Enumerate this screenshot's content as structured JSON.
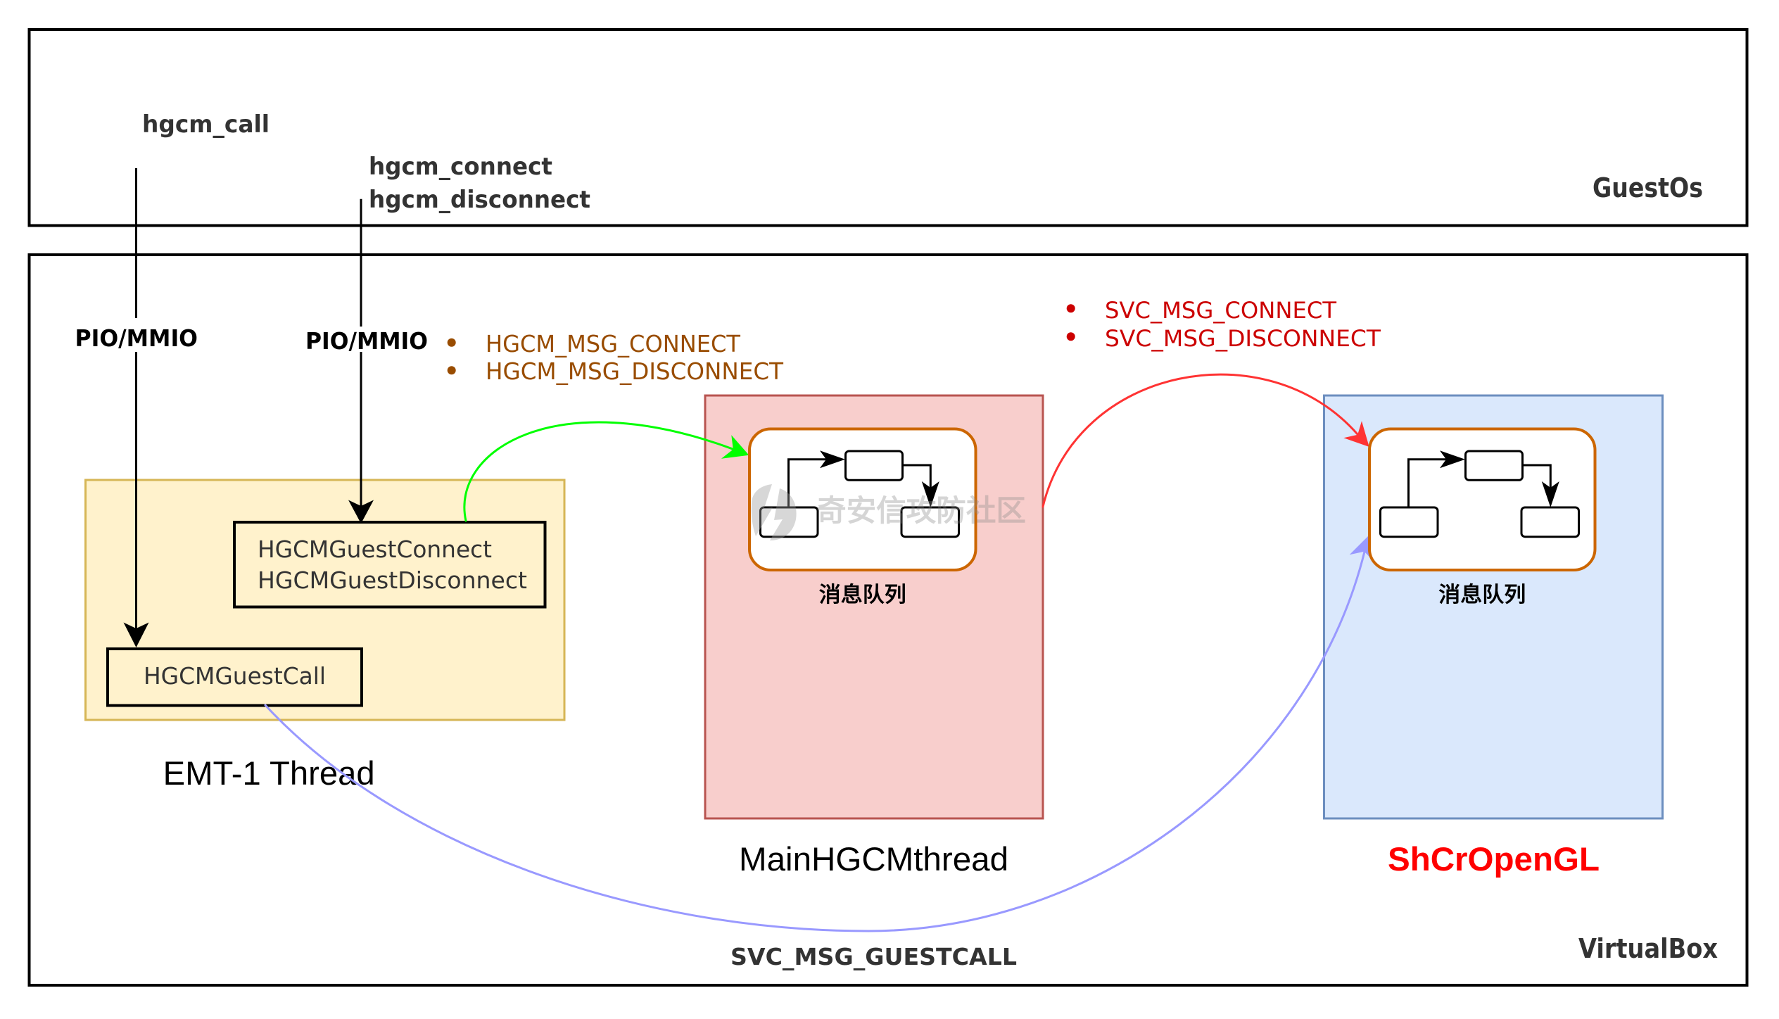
{
  "guest_os": {
    "title": "GuestOs",
    "hgcm_call": "hgcm_call",
    "hgcm_connect_calls": [
      "hgcm_connect",
      "hgcm_disconnect"
    ]
  },
  "virtualbox": {
    "title": "VirtualBox"
  },
  "edges": {
    "call_transport": "PIO/MMIO",
    "connect_transport": "PIO/MMIO",
    "hgcm_messages": [
      "HGCM_MSG_CONNECT",
      "HGCM_MSG_DISCONNECT"
    ],
    "svc_messages": [
      "SVC_MSG_CONNECT",
      "SVC_MSG_DISCONNECT"
    ],
    "guest_call_message": "SVC_MSG_GUESTCALL"
  },
  "emt_thread": {
    "title": "EMT-1 Thread",
    "connect_functions": [
      "HGCMGuestConnect",
      "HGCMGuestDisconnect"
    ],
    "call_function": "HGCMGuestCall"
  },
  "main_hgcm_thread": {
    "title": "MainHGCMthread",
    "queue_label": "消息队列"
  },
  "shcropengl": {
    "title": "ShCrOpenGL",
    "queue_label": "消息队列"
  },
  "watermark": {
    "text": "奇安信攻防社区"
  },
  "colors": {
    "hgcm_msg_text": "#994C00",
    "svc_msg_text": "#CC0000",
    "shcropengl_title": "#FF0000",
    "emt_fill": "#FFF2CC",
    "emt_border": "#D6B656",
    "main_thread_fill": "#F8CECC",
    "main_thread_border": "#B85450",
    "shcropengl_fill": "#DAE8FC",
    "shcropengl_border": "#6C8EBF",
    "queue_border": "#CC6600",
    "connect_edge": "#00FF00",
    "svc_edge": "#FF3333",
    "guestcall_edge": "#9999FF"
  }
}
